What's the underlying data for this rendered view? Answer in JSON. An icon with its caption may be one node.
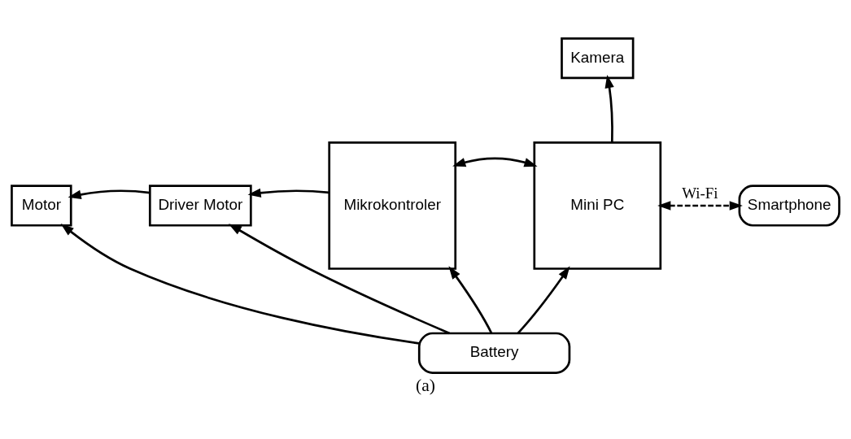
{
  "diagram": {
    "caption": "(a)",
    "nodes": [
      {
        "text": [
          "Kamera"
        ]
      },
      {
        "text": [
          "Motor"
        ]
      },
      {
        "text": [
          "Driver Motor"
        ]
      },
      {
        "text": [
          "Mikrokontroler"
        ]
      },
      {
        "text": [
          "Mini PC"
        ]
      },
      {
        "text": [
          "Smartphone"
        ]
      },
      {
        "text": [
          "Battery"
        ]
      }
    ],
    "edges": [
      {
        "from": 4,
        "to": 0,
        "arrow": "to"
      },
      {
        "from": 2,
        "to": 1,
        "arrow": "to"
      },
      {
        "from": 3,
        "to": 2,
        "arrow": "to"
      },
      {
        "from": 3,
        "to": 4,
        "arrow": "both"
      },
      {
        "from": 4,
        "to": 5,
        "arrow": "both",
        "style": "dashed",
        "label": "Wi-Fi"
      },
      {
        "from": 6,
        "to": 1,
        "arrow": "to"
      },
      {
        "from": 6,
        "to": 2,
        "arrow": "to"
      },
      {
        "from": 6,
        "to": 3,
        "arrow": "to"
      },
      {
        "from": 6,
        "to": 4,
        "arrow": "to"
      }
    ]
  }
}
